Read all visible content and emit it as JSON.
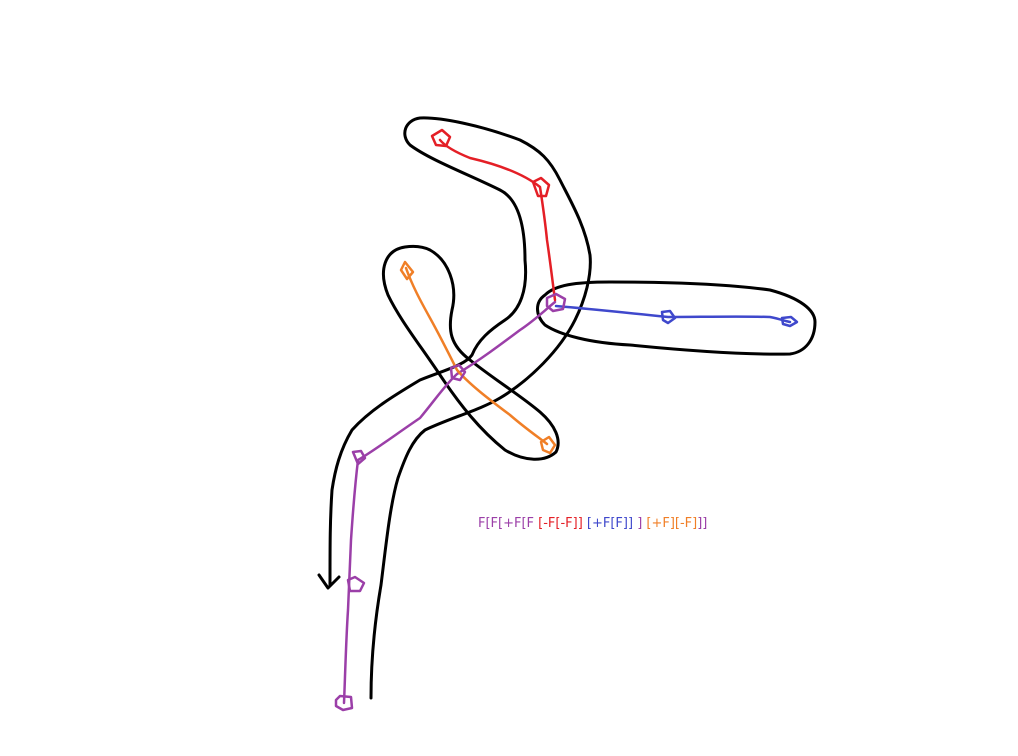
{
  "colors": {
    "outline": "#000000",
    "purple": "#9b3fa8",
    "red": "#e41f26",
    "blue": "#3f48cc",
    "orange": "#f07f27"
  },
  "formula": {
    "parts": [
      {
        "text": "F[F[+F[F ",
        "color": "purple"
      },
      {
        "text": "[-F[-F]]",
        "color": "red"
      },
      {
        "text": " ",
        "color": "purple"
      },
      {
        "text": "[+F[F]]",
        "color": "blue"
      },
      {
        "text": " ] ",
        "color": "purple"
      },
      {
        "text": "[+F]",
        "color": "orange"
      },
      {
        "text": "[-F]",
        "color": "orange"
      },
      {
        "text": "]]",
        "color": "purple"
      }
    ]
  }
}
